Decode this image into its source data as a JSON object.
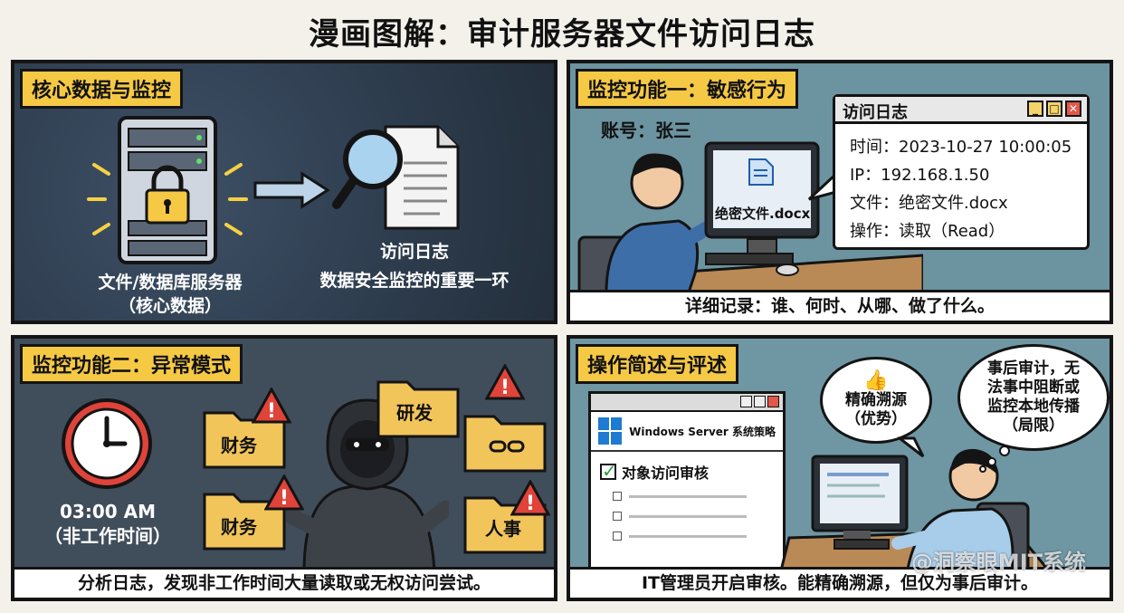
{
  "title": "漫画图解：审计服务器文件访问日志",
  "panel1": {
    "tag": "核心数据与监控",
    "server_label_1": "文件/数据库服务器",
    "server_label_2": "（核心数据）",
    "log_label_1": "访问日志",
    "log_label_2": "数据安全监控的重要一环"
  },
  "panel2": {
    "tag": "监控功能一：敏感行为",
    "account": "账号：张三",
    "screen_file": "绝密文件.docx",
    "log_window": {
      "title": "访问日志",
      "lines": [
        "时间：2023-10-27 10:00:05",
        "IP：192.168.1.50",
        "文件：绝密文件.docx",
        "操作：读取（Read）"
      ]
    },
    "caption": "详细记录：谁、何时、从哪、做了什么。"
  },
  "panel3": {
    "tag": "监控功能二：异常模式",
    "clock_time": "03:00 AM",
    "clock_note": "（非工作时间）",
    "folders": [
      "财务",
      "研发",
      "财务",
      "人事"
    ],
    "caption": "分析日志，发现非工作时间大量读取或无权访问尝试。"
  },
  "panel4": {
    "tag": "操作简述与评述",
    "window_title": "Windows Server 系统策略",
    "checkbox_label": "对象访问审核",
    "bubble_left": [
      "精确溯源",
      "（优势）"
    ],
    "bubble_right": [
      "事后审计，无",
      "法事中阻断或",
      "监控本地传播",
      "（局限）"
    ],
    "caption": "IT管理员开启审核。能精确溯源，但仅为事后审计。",
    "watermark": "@洞察眼MIT系统"
  },
  "colors": {
    "tag_yellow": "#f6c945",
    "alert_red": "#e0433a",
    "folder_yellow": "#f2c55a",
    "win_blue": "#1f7ad1"
  }
}
